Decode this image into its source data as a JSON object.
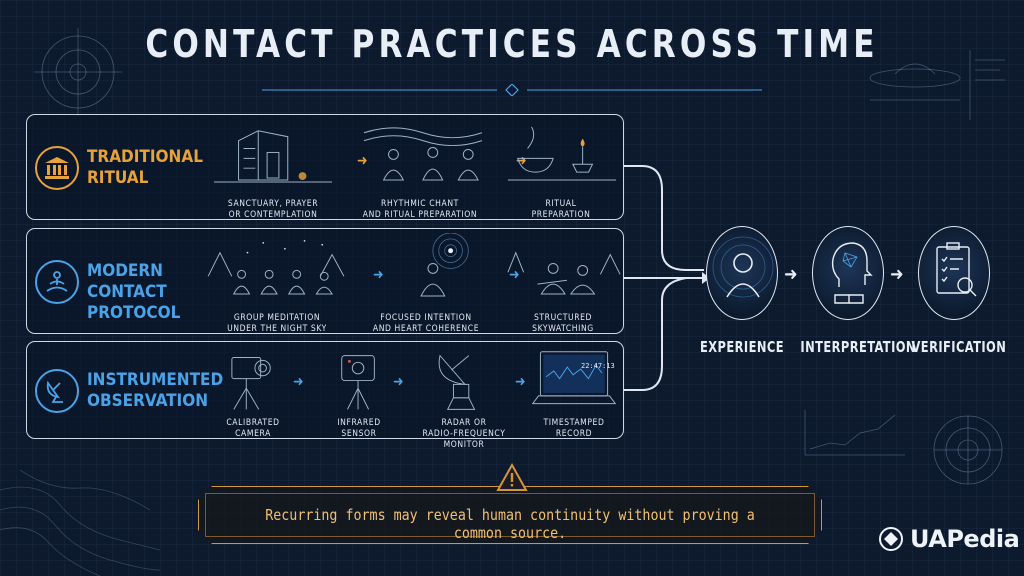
{
  "title": "CONTACT PRACTICES ACROSS TIME",
  "colors": {
    "traditional": "#e7a23b",
    "modern": "#4aa3e8",
    "instrumented": "#4aa3e8",
    "warning": "#d3943a"
  },
  "rows": [
    {
      "label_line1": "TRADITIONAL",
      "label_line2": "RITUAL",
      "icon": "temple-icon",
      "stages": [
        {
          "caption_line1": "SANCTUARY, PRAYER",
          "caption_line2": "OR CONTEMPLATION",
          "art": "sanctuary-icon"
        },
        {
          "caption_line1": "RHYTHMIC CHANT",
          "caption_line2": "AND RITUAL PREPARATION",
          "art": "chanting-group-icon"
        },
        {
          "caption_line1": "RITUAL",
          "caption_line2": "PREPARATION",
          "art": "offering-bowls-icon"
        }
      ]
    },
    {
      "label_line1": "MODERN CONTACT",
      "label_line2": "PROTOCOL",
      "icon": "meditation-icon",
      "stages": [
        {
          "caption_line1": "GROUP MEDITATION",
          "caption_line2": "UNDER THE NIGHT SKY",
          "art": "group-meditation-icon"
        },
        {
          "caption_line1": "FOCUSED INTENTION",
          "caption_line2": "AND HEART COHERENCE",
          "art": "focused-person-icon"
        },
        {
          "caption_line1": "STRUCTURED",
          "caption_line2": "SKYWATCHING",
          "art": "skywatchers-icon"
        }
      ]
    },
    {
      "label_line1": "INSTRUMENTED",
      "label_line2": "OBSERVATION",
      "icon": "satellite-dish-icon",
      "stages": [
        {
          "caption_line1": "CALIBRATED",
          "caption_line2": "CAMERA",
          "caption_line3": "",
          "art": "camera-tripod-icon"
        },
        {
          "caption_line1": "INFRARED",
          "caption_line2": "SENSOR",
          "caption_line3": "",
          "art": "infrared-sensor-icon"
        },
        {
          "caption_line1": "RADAR OR",
          "caption_line2": "RADIO-FREQUENCY",
          "caption_line3": "MONITOR",
          "art": "radar-dish-icon"
        },
        {
          "caption_line1": "TIMESTAMPED",
          "caption_line2": "RECORD",
          "caption_line3": "",
          "art": "laptop-icon"
        }
      ],
      "timestamp": "22:47:13"
    }
  ],
  "outcomes": [
    {
      "label": "EXPERIENCE",
      "icon": "person-silhouette-icon"
    },
    {
      "label": "INTERPRETATION",
      "icon": "head-book-icon"
    },
    {
      "label": "VERIFICATION",
      "icon": "clipboard-magnifier-icon"
    }
  ],
  "note": "Recurring forms may reveal human continuity without proving a common source.",
  "brand": "UAPedia"
}
